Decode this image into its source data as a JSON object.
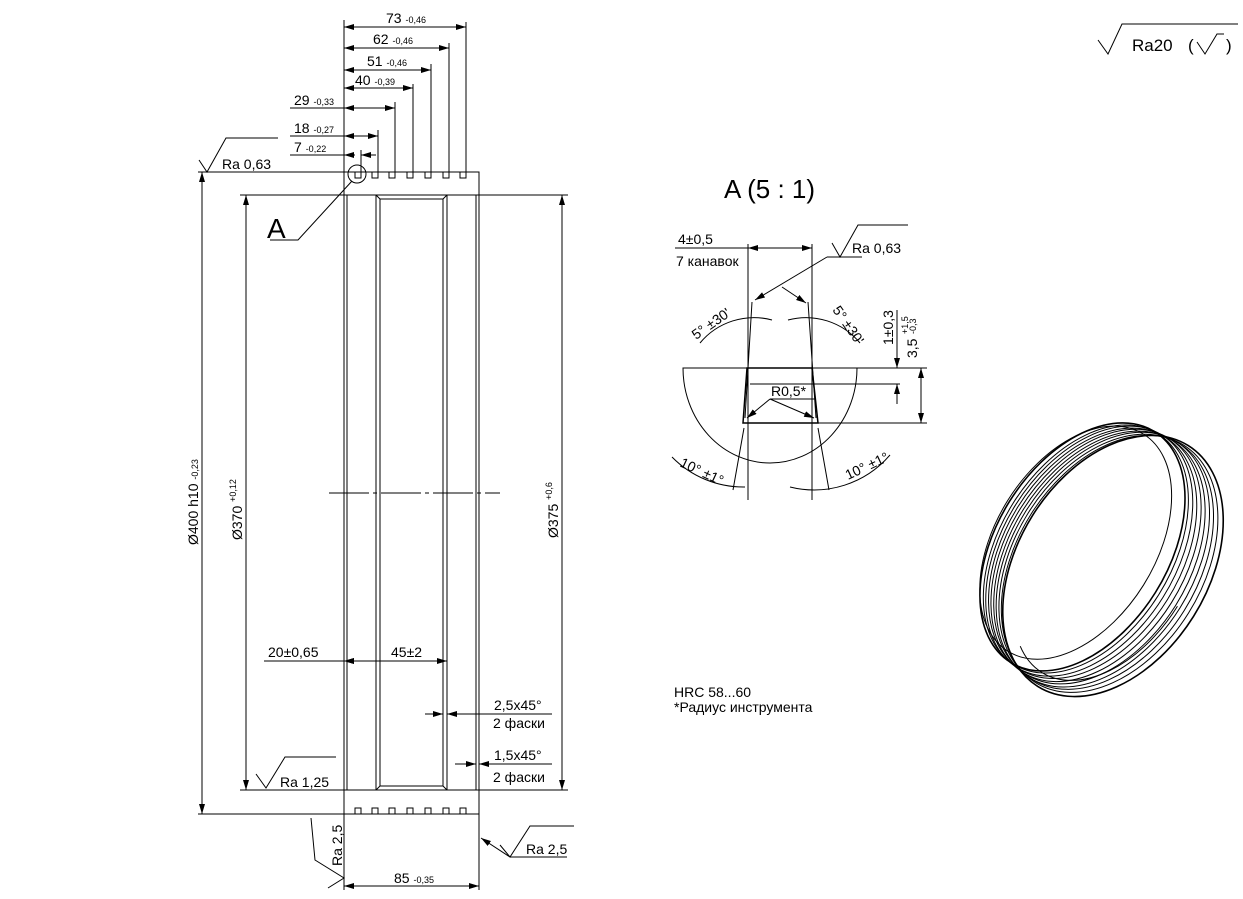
{
  "roughness_general": {
    "value": "Ra20",
    "open": "(",
    "close": ")"
  },
  "top_dims": [
    {
      "value": "73",
      "tol": "-0,46"
    },
    {
      "value": "62",
      "tol": "-0,46"
    },
    {
      "value": "51",
      "tol": "-0,46"
    },
    {
      "value": "40",
      "tol": "-0,39"
    },
    {
      "value": "29",
      "tol": "-0,33"
    },
    {
      "value": "18",
      "tol": "-0,27"
    },
    {
      "value": "7",
      "tol": "-0,22"
    }
  ],
  "main_view": {
    "ra_top": "Ra 0,63",
    "detail_marker": "A",
    "d400": {
      "value": "Ø400 h10",
      "tol": "-0,23"
    },
    "d370": {
      "value": "Ø370",
      "tol": "+0,12"
    },
    "d375": {
      "value": "Ø375",
      "tol": "+0,6"
    },
    "dim_20": "20±0,65",
    "dim_45": "45±2",
    "chamfer1": {
      "size": "2,5x45°",
      "count": "2 фаски"
    },
    "chamfer2": {
      "size": "1,5x45°",
      "count": "2 фаски"
    },
    "ra_bore": "Ra 1,25",
    "ra_left": "Ra 2,5",
    "ra_right": "Ra 2,5",
    "width": {
      "value": "85",
      "tol": "-0,35"
    }
  },
  "detail_view": {
    "title": "A  (5 : 1)",
    "groove_width": "4±0,5",
    "groove_count": "7 канавок",
    "ra": "Ra 0,63",
    "angle_left_top": "5° ±30'",
    "angle_right_top": "5° ±30'",
    "depth1": "1±0,3",
    "depth2": {
      "value": "3,5",
      "tol_up": "+1,5",
      "tol_down": "-0,3"
    },
    "radius": "R0,5*",
    "angle_left_bottom": "10° ±1°",
    "angle_right_bottom": "10° ±1°"
  },
  "notes": [
    "HRC 58...60",
    "*Радиус инструмента"
  ]
}
